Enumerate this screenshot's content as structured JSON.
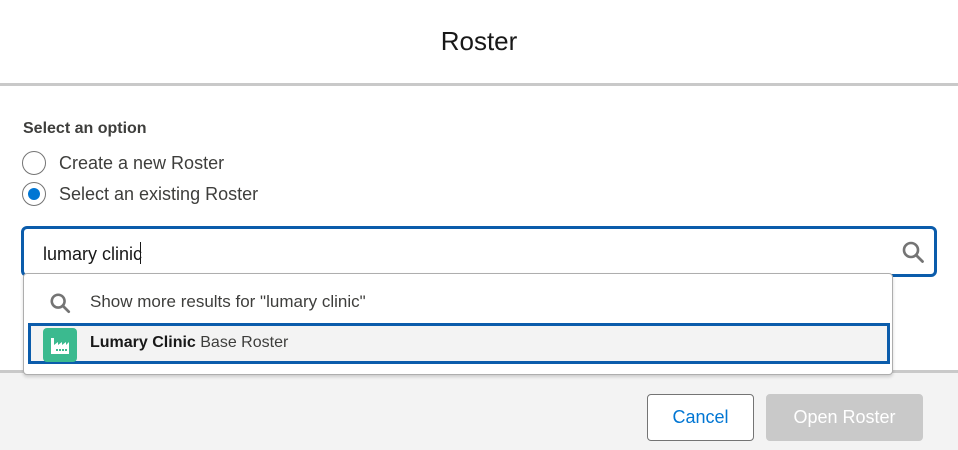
{
  "modal": {
    "title": "Roster"
  },
  "options": {
    "legend": "Select an option",
    "items": [
      {
        "label": "Create a new Roster",
        "selected": false
      },
      {
        "label": "Select an existing Roster",
        "selected": true
      }
    ]
  },
  "search": {
    "value": "lumary clinic",
    "icon": "search-icon"
  },
  "dropdown": {
    "more_results_label": "Show more results for \"lumary clinic\"",
    "more_results_icon": "search-icon",
    "results": [
      {
        "match_text": "Lumary Clinic",
        "rest_text": " Base Roster",
        "icon": "factory-icon",
        "icon_color": "#3bba8f",
        "highlighted": true
      }
    ]
  },
  "footer": {
    "cancel_label": "Cancel",
    "open_label": "Open Roster",
    "open_disabled": true
  },
  "colors": {
    "brand": "#0176d3",
    "focus_border": "#0b5cab",
    "disabled_button": "#c9c9c9"
  }
}
